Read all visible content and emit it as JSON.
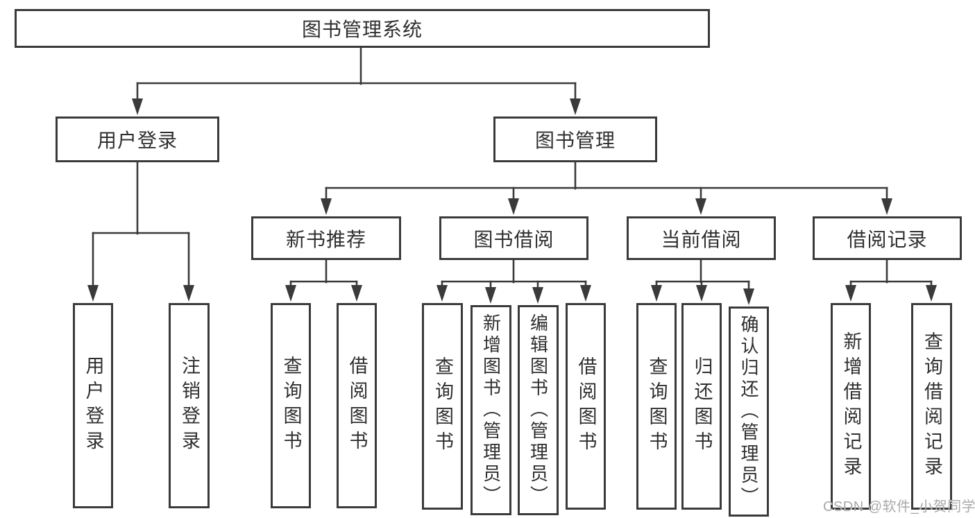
{
  "diagram": {
    "title": "图书管理系统",
    "root": {
      "label": "图书管理系统"
    },
    "level2": {
      "user_login": {
        "label": "用户登录"
      },
      "book_management": {
        "label": "图书管理"
      }
    },
    "level3": {
      "new_books": {
        "label": "新书推荐"
      },
      "book_borrow": {
        "label": "图书借阅"
      },
      "current_borrow": {
        "label": "当前借阅"
      },
      "borrow_records": {
        "label": "借阅记录"
      }
    },
    "leaves": {
      "user_login": [
        "用户登录",
        "注销登录"
      ],
      "new_books": [
        "查询图书",
        "借阅图书"
      ],
      "book_borrow": [
        "查询图书",
        "新增图书（管理员）",
        "编辑图书（管理员）",
        "借阅图书"
      ],
      "current_borrow": [
        "查询图书",
        "归还图书",
        "确认归还（管理员）"
      ],
      "borrow_records": [
        "新增借阅记录",
        "查询借阅记录"
      ]
    },
    "colors": {
      "line": "#3a3a3a",
      "text": "#2f2f2f",
      "watermark": "#a9a9a9",
      "background": "#ffffff"
    }
  },
  "watermark": {
    "text": "CSDN @软件_小贺同学"
  }
}
